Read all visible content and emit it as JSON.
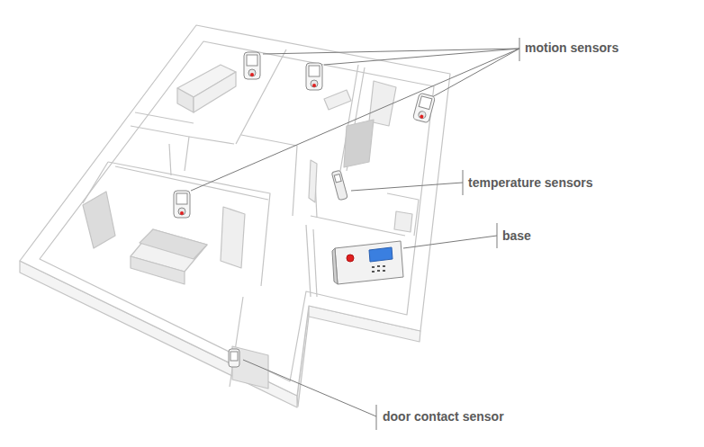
{
  "diagram": {
    "labels": [
      "motion sensors",
      "temperature sensors",
      "base",
      "door contact sensor"
    ]
  }
}
